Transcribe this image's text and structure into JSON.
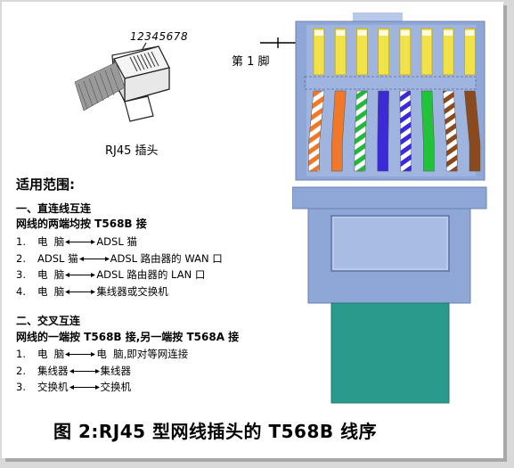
{
  "plug_illustration": {
    "pin_numbers": "12345678",
    "label": "RJ45 插头"
  },
  "pin1_label": "第 1 脚",
  "scope": {
    "title": "适用范围:",
    "straight": {
      "heading": "一、直连线互连",
      "subheading": "网线的两端均按 T568B 接",
      "rows": [
        {
          "num": "1.",
          "left": "电  脑",
          "right": "ADSL 猫"
        },
        {
          "num": "2.",
          "left": "ADSL 猫",
          "right": "ADSL 路由器的 WAN 口"
        },
        {
          "num": "3.",
          "left": "电  脑",
          "right": "ADSL 路由器的 LAN 口"
        },
        {
          "num": "4.",
          "left": "电  脑",
          "right": "集线器或交换机"
        }
      ]
    },
    "cross": {
      "heading": "二、交叉互连",
      "subheading": "网线的一端按 T568B 接,另一端按 T568A 接",
      "rows": [
        {
          "num": "1.",
          "left": "电  脑",
          "right": "电  脑,即对等网连接"
        },
        {
          "num": "2.",
          "left": "集线器",
          "right": "集线器"
        },
        {
          "num": "3.",
          "left": "交换机",
          "right": "交换机"
        }
      ]
    }
  },
  "caption": "图 2:RJ45 型网线插头的 T568B 线序",
  "colors": {
    "plug_body": "#8fa7d6",
    "plug_outline": "#6a7fb0",
    "contact_gold": "#f2e24a",
    "cable_boot": "#2a9a8c",
    "latch": "#a8bce4"
  },
  "wires": [
    {
      "pin": 1,
      "name": "white-orange",
      "base": "#ffffff",
      "stripe": "#f07828"
    },
    {
      "pin": 2,
      "name": "orange",
      "base": "#f07828",
      "stripe": null
    },
    {
      "pin": 3,
      "name": "white-green",
      "base": "#ffffff",
      "stripe": "#22b83a"
    },
    {
      "pin": 4,
      "name": "blue",
      "base": "#3a2ad8",
      "stripe": null
    },
    {
      "pin": 5,
      "name": "white-blue",
      "base": "#ffffff",
      "stripe": "#3a2ad8"
    },
    {
      "pin": 6,
      "name": "green",
      "base": "#22c33a",
      "stripe": null
    },
    {
      "pin": 7,
      "name": "white-brown",
      "base": "#ffffff",
      "stripe": "#8a4a1e"
    },
    {
      "pin": 8,
      "name": "brown",
      "base": "#8a4a1e",
      "stripe": null
    }
  ]
}
